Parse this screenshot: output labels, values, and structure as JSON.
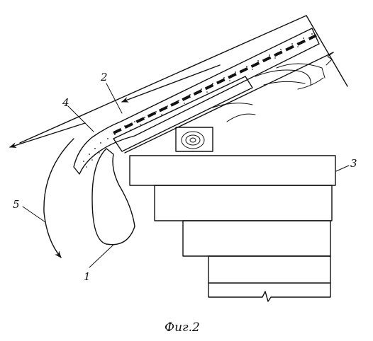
{
  "figure": {
    "caption": "Фиг.2",
    "labels": {
      "l1": "1",
      "l2": "2",
      "l3": "3",
      "l4": "4",
      "l5": "5"
    }
  }
}
